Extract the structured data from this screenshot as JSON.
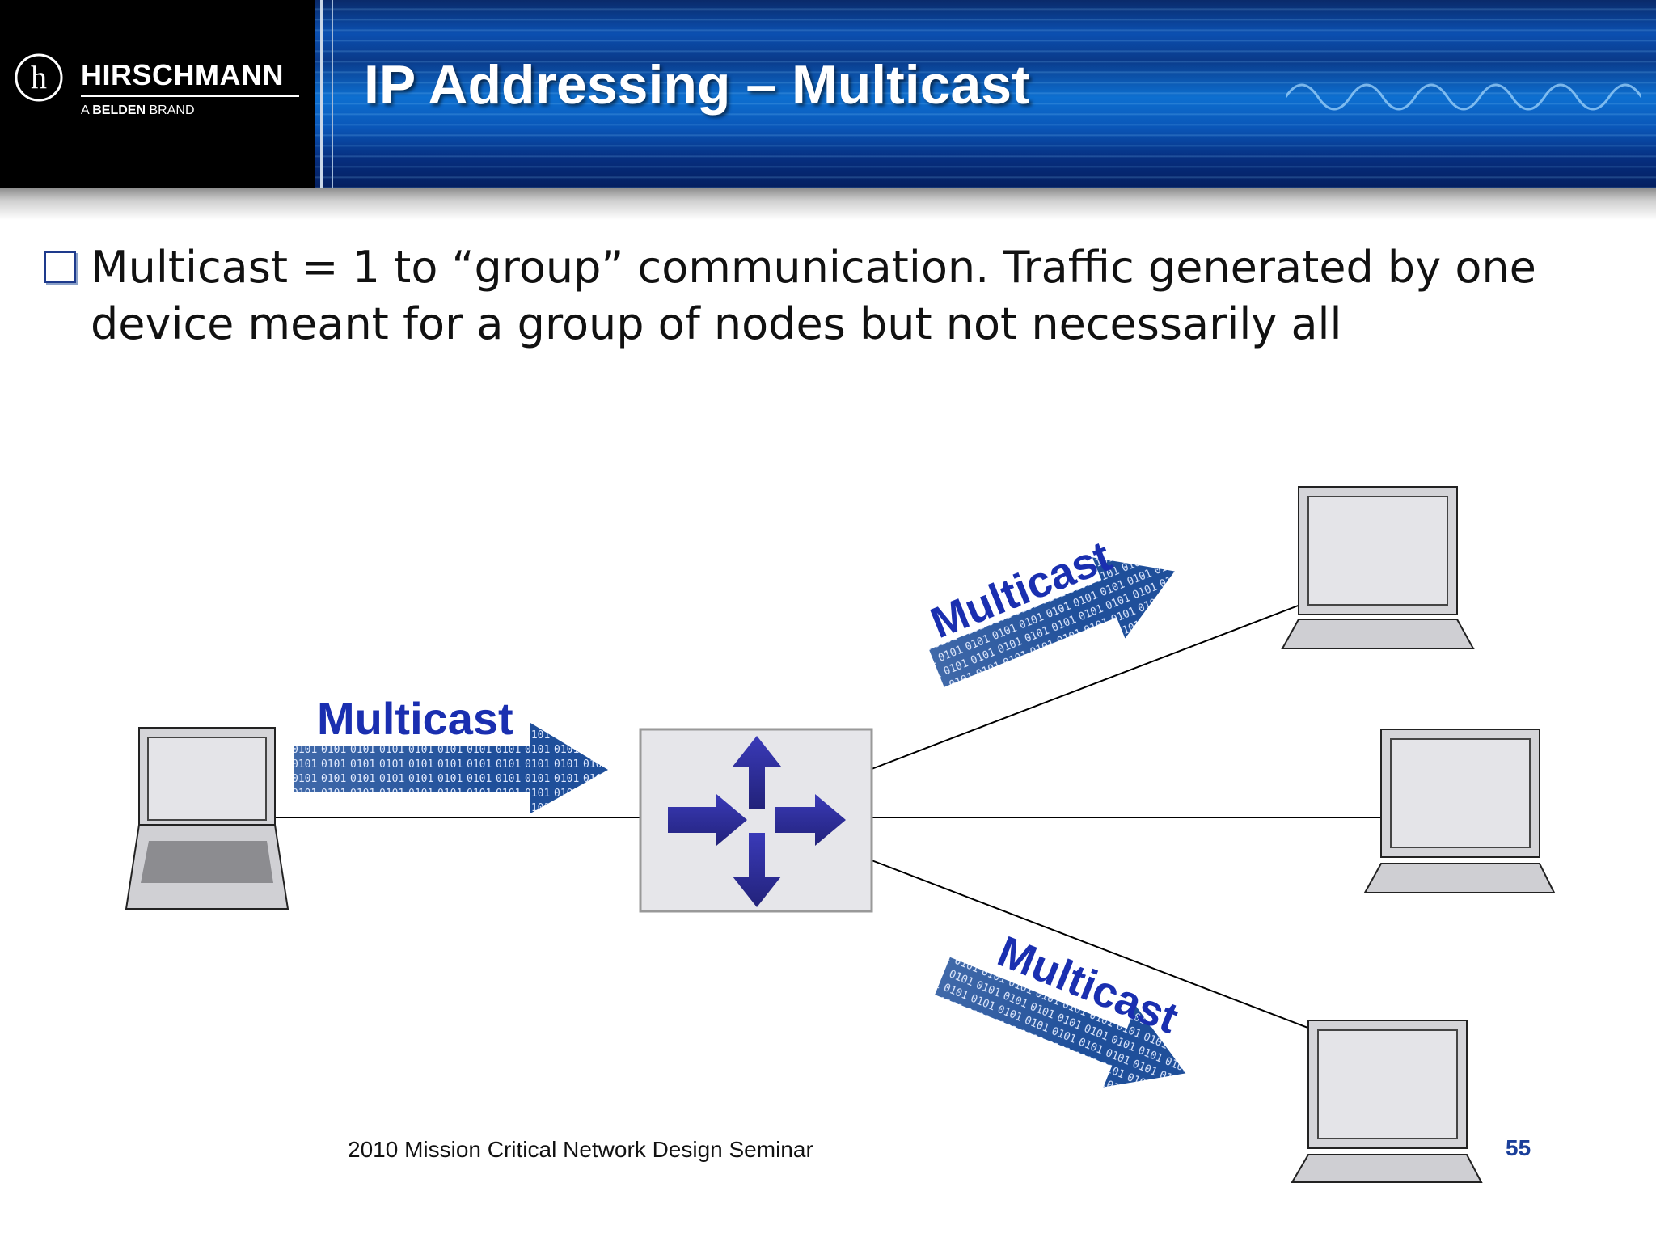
{
  "header": {
    "brand_name": "HIRSCHMANN",
    "brand_tagline_prefix": "A",
    "brand_tagline_strong": "BELDEN",
    "brand_tagline_suffix": "BRAND",
    "logo_letter": "h",
    "title": "IP Addressing – Multicast"
  },
  "body": {
    "bullet_line1": "Multicast = 1 to “group” communication. Traffic generated by one",
    "bullet_line2": "device meant for a group of nodes but not necessarily all"
  },
  "diagram": {
    "arrow_labels": {
      "sender_to_switch": "Multicast",
      "switch_to_top": "Multicast",
      "switch_to_bottom": "Multicast"
    },
    "colors": {
      "label": "#1a2fb0",
      "switch_arrows": "#2a2aa0",
      "data_arrow": "#1f4f9a"
    }
  },
  "footer": {
    "seminar": "2010 Mission Critical Network Design Seminar",
    "page_number": "55"
  }
}
